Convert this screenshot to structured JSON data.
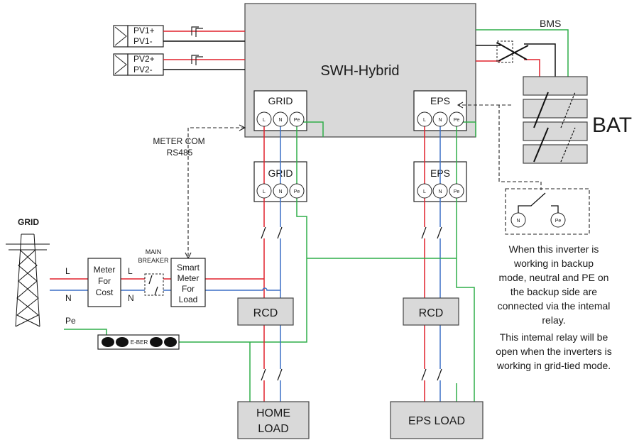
{
  "inverter": {
    "title": "SWH-Hybrid",
    "grid_port": "GRID",
    "eps_port": "EPS"
  },
  "terminals": {
    "l": "L",
    "n": "N",
    "pe": "Pe"
  },
  "pv": {
    "pv1_plus": "PV1+",
    "pv1_minus": "PV1-",
    "pv2_plus": "PV2+",
    "pv2_minus": "PV2-"
  },
  "battery": {
    "label": "BAT",
    "bms": "BMS"
  },
  "distribution": {
    "grid_box": "GRID",
    "eps_box": "EPS"
  },
  "meter_com": {
    "line1": "METER COM",
    "line2": "RS485"
  },
  "utility": {
    "grid_label": "GRID",
    "l_label": "L",
    "n_label": "N",
    "pe_label": "Pe",
    "l_label2": "L",
    "n_label2": "N"
  },
  "meter_cost": {
    "line1": "Meter",
    "line2": "For",
    "line3": "Cost"
  },
  "main_breaker": {
    "line1": "MAIN",
    "line2": "BREAKER"
  },
  "smart_meter": {
    "line1": "Smart",
    "line2": "Meter",
    "line3": "For",
    "line4": "Load"
  },
  "ebar": {
    "label": "E-BER"
  },
  "rcd": {
    "left": "RCD",
    "right": "RCD"
  },
  "loads": {
    "home_line1": "HOME",
    "home_line2": "LOAD",
    "eps": "EPS LOAD"
  },
  "relay": {
    "n": "N",
    "pe": "Pe"
  },
  "note": {
    "lines": [
      "When this inverter is",
      "working in backup",
      "mode, neutral and PE on",
      "the backup side are",
      "connected via the intemal",
      "relay.",
      "This intemal relay will be",
      "open when the inverters is",
      "working in grid-tied mode."
    ]
  },
  "colors": {
    "line": "#e0212b",
    "neutral": "#3b6fc6",
    "earth": "#2fae49",
    "inverter_fill": "#d9d9d9"
  }
}
